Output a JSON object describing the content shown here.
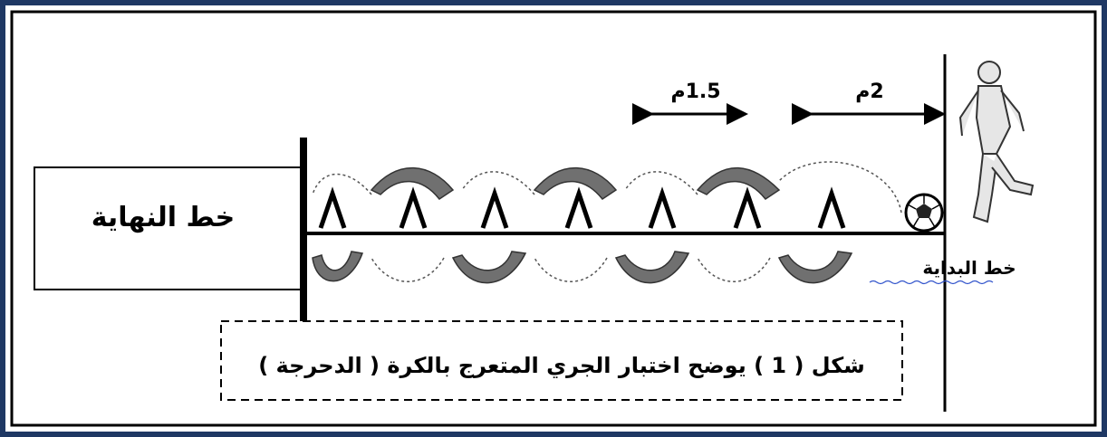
{
  "diagram": {
    "finish_line_label": "خط النهاية",
    "start_line_label": "خط البداية",
    "distance_first": "2م",
    "distance_between": "1.5م",
    "caption": "شكل ( 1 ) يوضح اختبار الجري المتعرج بالكرة ( الدحرجة )",
    "cone_count": 7
  },
  "colors": {
    "frame_outer": "#1f3864",
    "frame_inner": "#000000",
    "arrow_dark": "#6d6d6d",
    "arrow_light": "#ffffff",
    "line": "#000000"
  }
}
